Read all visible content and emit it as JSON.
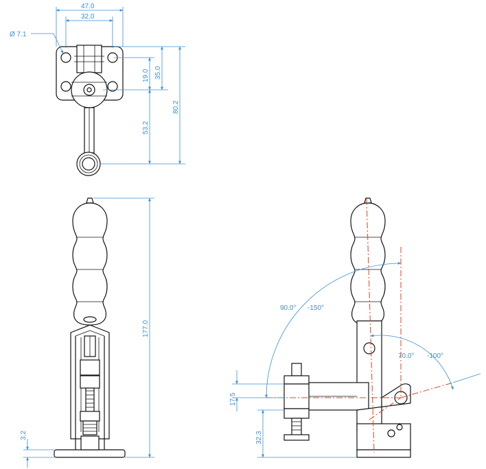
{
  "top_view": {
    "width_overall": "47.0",
    "hole_spacing": "32.0",
    "hole_diameter": "Ø 7.1",
    "hole_to_pivot": "19.0",
    "base_to_pivot": "35.0",
    "pivot_to_handle": "53.2",
    "overall_length": "80.2"
  },
  "front_view": {
    "overall_height": "177.0",
    "base_thickness": "3.2"
  },
  "side_view": {
    "spindle_height": "17.5",
    "pivot_height": "32.3",
    "handle_angle": "90.0°",
    "handle_angle_alt": "-150°",
    "arm_angle": "70.0°",
    "arm_angle_alt": "-100°"
  },
  "colors": {
    "dimension": "#3a8fd6",
    "centerline": "#e0401c",
    "outline": "#111111"
  }
}
